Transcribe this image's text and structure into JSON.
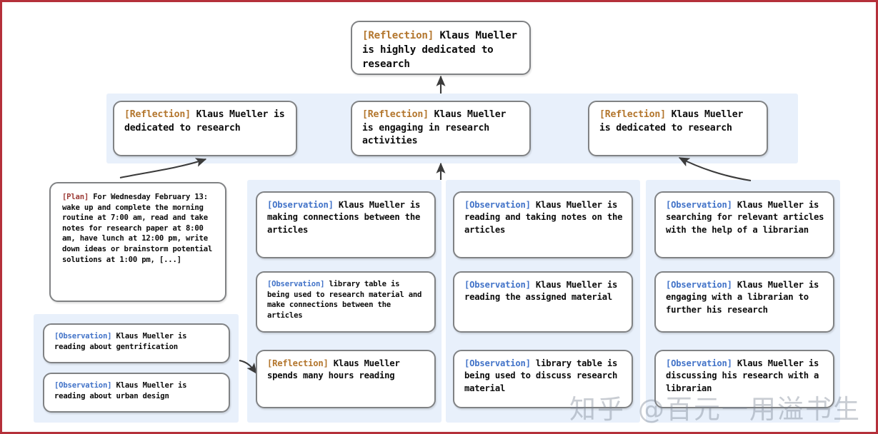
{
  "diagram": {
    "title": "Generative agent memory reflection tree",
    "tags": {
      "reflection": "[Reflection]",
      "observation": "[Observation]",
      "plan": "[Plan]"
    },
    "colors": {
      "reflection_tag": "#b3762d",
      "observation_tag": "#4273c8",
      "plan_tag": "#9d3b36",
      "panel_background": "#e8f0fb",
      "node_border": "#808284",
      "node_background": "#ffffff",
      "page_border": "#b5303a",
      "arrow": "#3b3b3b"
    },
    "root": {
      "tag": "[Reflection]",
      "text": " Klaus Mueller is highly dedicated to research"
    },
    "reflections": [
      {
        "tag": "[Reflection]",
        "text": " Klaus Mueller is dedicated to research"
      },
      {
        "tag": "[Reflection]",
        "text": " Klaus Mueller is engaging in research activities"
      },
      {
        "tag": "[Reflection]",
        "text": " Klaus Mueller is dedicated to research"
      }
    ],
    "plan": {
      "tag": "[Plan]",
      "text": " For Wednesday February 13: wake up and complete the morning routine at 7:00 am, read and take notes for research paper at 8:00 am, have lunch at 12:00 pm, write down ideas or brainstorm potential solutions at 1:00 pm, [...]"
    },
    "left_observations": [
      {
        "tag": "[Observation]",
        "text": " Klaus Mueller is reading about gentrification"
      },
      {
        "tag": "[Observation]",
        "text": " Klaus Mueller is reading about urban design"
      }
    ],
    "column_one": [
      {
        "tag": "[Observation]",
        "text": " Klaus Mueller is making connections between the articles"
      },
      {
        "tag": "[Observation]",
        "text": " library table is being used to research material and make connections between the articles"
      },
      {
        "tag": "[Reflection]",
        "text": " Klaus Mueller spends many hours reading"
      }
    ],
    "column_two": [
      {
        "tag": "[Observation]",
        "text": " Klaus Mueller is reading and taking notes on the articles"
      },
      {
        "tag": "[Observation]",
        "text": " Klaus Mueller is reading the assigned material"
      },
      {
        "tag": "[Observation]",
        "text": " library table is being used to discuss research material"
      }
    ],
    "column_three": [
      {
        "tag": "[Observation]",
        "text": " Klaus Mueller is searching for relevant articles with the help of a librarian"
      },
      {
        "tag": "[Observation]",
        "text": " Klaus Mueller is engaging with a librarian to further his research"
      },
      {
        "tag": "[Observation]",
        "text": " Klaus Mueller is discussing his research with a librarian"
      }
    ],
    "watermark": {
      "platform": "知乎",
      "handle": "@百元一用溢书生"
    }
  }
}
